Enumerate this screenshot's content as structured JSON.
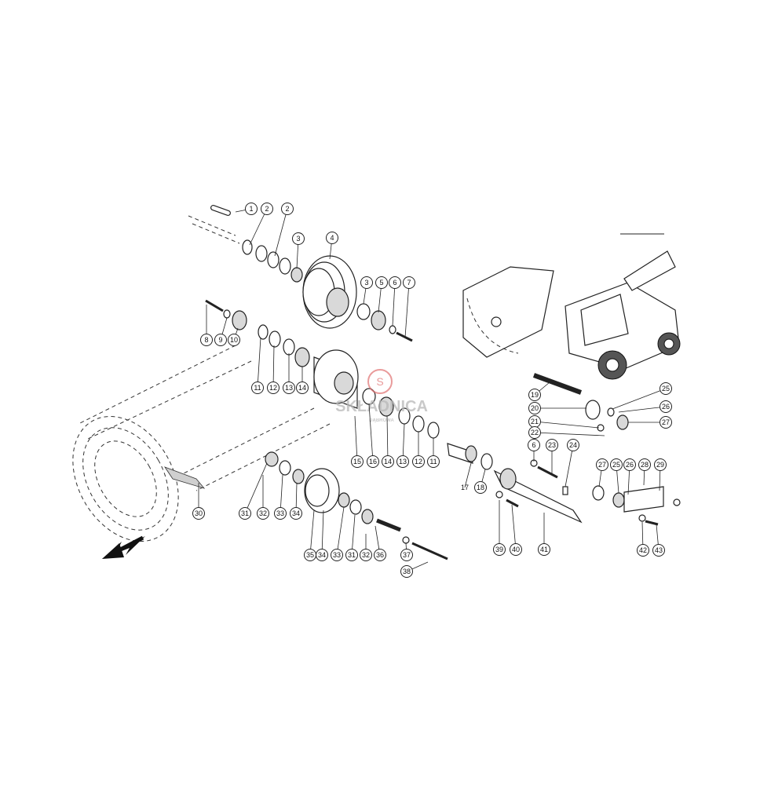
{
  "watermark": {
    "brand": "SKŁADNICA",
    "sub": "DĄBROWA"
  },
  "callouts": [
    {
      "label": "1"
    },
    {
      "label": "2"
    },
    {
      "label": "2"
    },
    {
      "label": "3"
    },
    {
      "label": "4"
    },
    {
      "label": "3"
    },
    {
      "label": "5"
    },
    {
      "label": "6"
    },
    {
      "label": "7"
    },
    {
      "label": "8"
    },
    {
      "label": "9"
    },
    {
      "label": "10"
    },
    {
      "label": "11"
    },
    {
      "label": "12"
    },
    {
      "label": "13"
    },
    {
      "label": "14"
    },
    {
      "label": "15"
    },
    {
      "label": "16"
    },
    {
      "label": "14"
    },
    {
      "label": "13"
    },
    {
      "label": "12"
    },
    {
      "label": "11"
    },
    {
      "label": "17"
    },
    {
      "label": "18",
      "highlight": true
    },
    {
      "label": "19"
    },
    {
      "label": "20"
    },
    {
      "label": "21"
    },
    {
      "label": "22"
    },
    {
      "label": "25"
    },
    {
      "label": "26"
    },
    {
      "label": "27"
    },
    {
      "label": "6"
    },
    {
      "label": "23"
    },
    {
      "label": "24"
    },
    {
      "label": "27"
    },
    {
      "label": "25"
    },
    {
      "label": "26"
    },
    {
      "label": "28"
    },
    {
      "label": "29"
    },
    {
      "label": "30"
    },
    {
      "label": "31"
    },
    {
      "label": "32"
    },
    {
      "label": "33"
    },
    {
      "label": "34"
    },
    {
      "label": "35"
    },
    {
      "label": "34"
    },
    {
      "label": "33"
    },
    {
      "label": "31"
    },
    {
      "label": "32"
    },
    {
      "label": "36"
    },
    {
      "label": "37"
    },
    {
      "label": "38"
    },
    {
      "label": "39"
    },
    {
      "label": "40"
    },
    {
      "label": "41"
    },
    {
      "label": "42"
    },
    {
      "label": "43"
    }
  ],
  "colors": {
    "highlight": "#8fbf4a",
    "watermark_accent": "#e07070"
  }
}
